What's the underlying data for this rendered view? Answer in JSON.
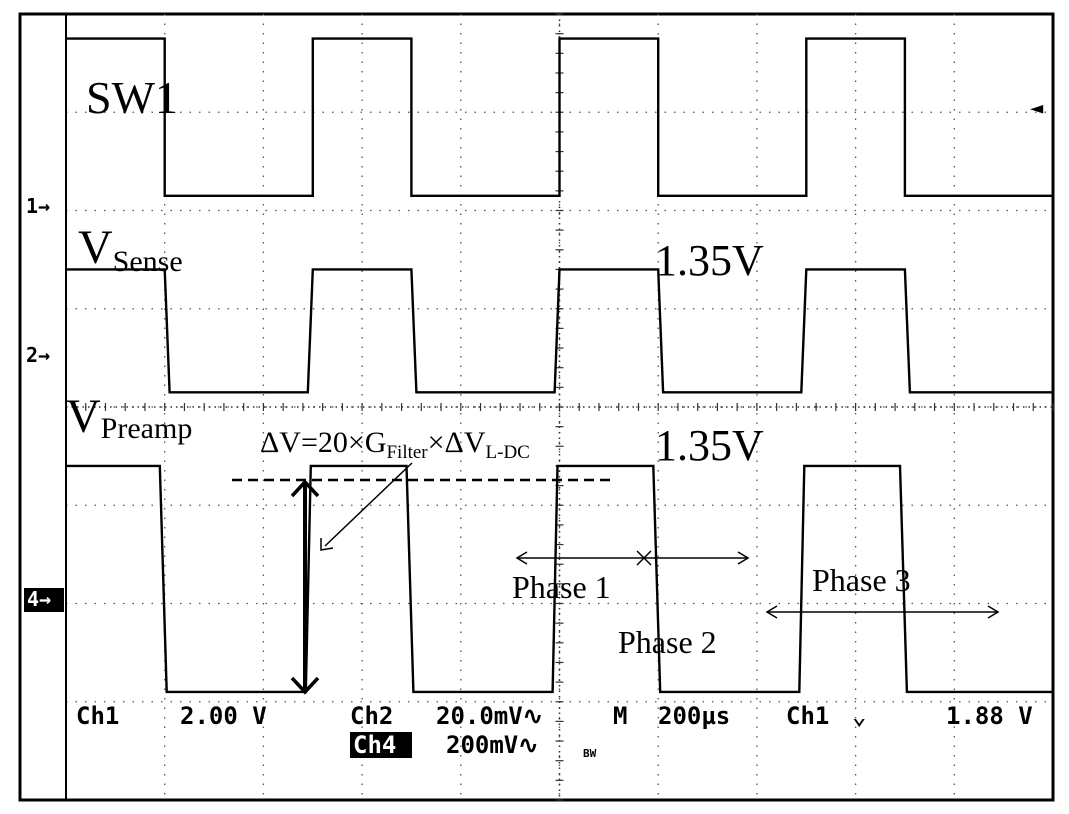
{
  "chart_data": {
    "type": "line",
    "x_range": [
      0,
      10
    ],
    "y_range": [
      0,
      8
    ],
    "grid": true,
    "traces": [
      {
        "name": "SW1",
        "marker": "1→",
        "points": [
          [
            0,
            7.75
          ],
          [
            1.0,
            7.75
          ],
          [
            1.0,
            6.15
          ],
          [
            2.5,
            6.15
          ],
          [
            2.5,
            7.75
          ],
          [
            3.5,
            7.75
          ],
          [
            3.5,
            6.15
          ],
          [
            5.0,
            6.15
          ],
          [
            5.0,
            7.75
          ],
          [
            6.0,
            7.75
          ],
          [
            6.0,
            6.15
          ],
          [
            7.5,
            6.15
          ],
          [
            7.5,
            7.75
          ],
          [
            8.5,
            7.75
          ],
          [
            8.5,
            6.15
          ],
          [
            10.0,
            6.15
          ]
        ]
      },
      {
        "name": "VSense",
        "marker": "2→",
        "points": [
          [
            0,
            5.4
          ],
          [
            1.0,
            5.4
          ],
          [
            1.05,
            4.15
          ],
          [
            2.45,
            4.15
          ],
          [
            2.5,
            5.4
          ],
          [
            3.5,
            5.4
          ],
          [
            3.55,
            4.15
          ],
          [
            4.95,
            4.15
          ],
          [
            5.0,
            5.4
          ],
          [
            6.0,
            5.4
          ],
          [
            6.05,
            4.15
          ],
          [
            7.45,
            4.15
          ],
          [
            7.5,
            5.4
          ],
          [
            8.5,
            5.4
          ],
          [
            8.55,
            4.15
          ],
          [
            10.0,
            4.15
          ]
        ]
      },
      {
        "name": "VPreamp",
        "marker": "4→",
        "points": [
          [
            0,
            3.4
          ],
          [
            0.95,
            3.4
          ],
          [
            1.02,
            1.1
          ],
          [
            2.43,
            1.1
          ],
          [
            2.48,
            3.4
          ],
          [
            3.45,
            3.4
          ],
          [
            3.52,
            1.1
          ],
          [
            4.93,
            1.1
          ],
          [
            4.98,
            3.4
          ],
          [
            5.95,
            3.4
          ],
          [
            6.02,
            1.1
          ],
          [
            7.43,
            1.1
          ],
          [
            7.48,
            3.4
          ],
          [
            8.45,
            3.4
          ],
          [
            8.52,
            1.1
          ],
          [
            10.0,
            1.1
          ]
        ]
      }
    ]
  },
  "labels": {
    "sw1": "SW1",
    "vsense_v": "V",
    "vsense_sub": "Sense",
    "vpreamp_v": "V",
    "vpreamp_sub": "Preamp",
    "level_1": "1.35V",
    "level_2": "1.35V",
    "dv_1": "ΔV=20×G",
    "dv_sub1": "Filter",
    "dv_2": "×ΔV",
    "dv_sub2": "L-DC",
    "phase1": "Phase 1",
    "phase2": "Phase 2",
    "phase3": "Phase 3"
  },
  "readout": {
    "ch1": "Ch1",
    "ch1_scale": "2.00 V",
    "ch2": "Ch2",
    "ch2_scale": "20.0mV∿",
    "timebase_m": "M",
    "timebase": "200µs",
    "trigger_ch": "Ch1",
    "trigger_slope": "⌄",
    "trigger_level": "1.88 V",
    "ch4": "Ch4",
    "ch4_scale": "200mV∿",
    "bw": "BW"
  }
}
